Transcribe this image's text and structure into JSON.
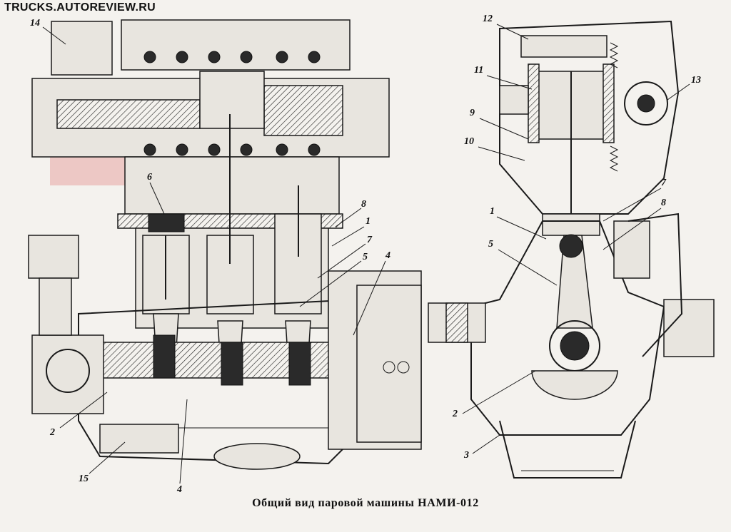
{
  "watermark": "TRUCKS.AUTOREVIEW.RU",
  "caption": "Общий вид паровой машины НАМИ-012",
  "colors": {
    "ink": "#1a1a1a",
    "paper": "#f4f2ee",
    "stamp": "#d64a4a"
  },
  "labels_left": [
    "14",
    "6",
    "8",
    "1",
    "7",
    "5",
    "4",
    "2",
    "15",
    "4"
  ],
  "labels_right": [
    "12",
    "11",
    "9",
    "10",
    "13",
    "7",
    "8",
    "1",
    "5",
    "2",
    "3"
  ]
}
